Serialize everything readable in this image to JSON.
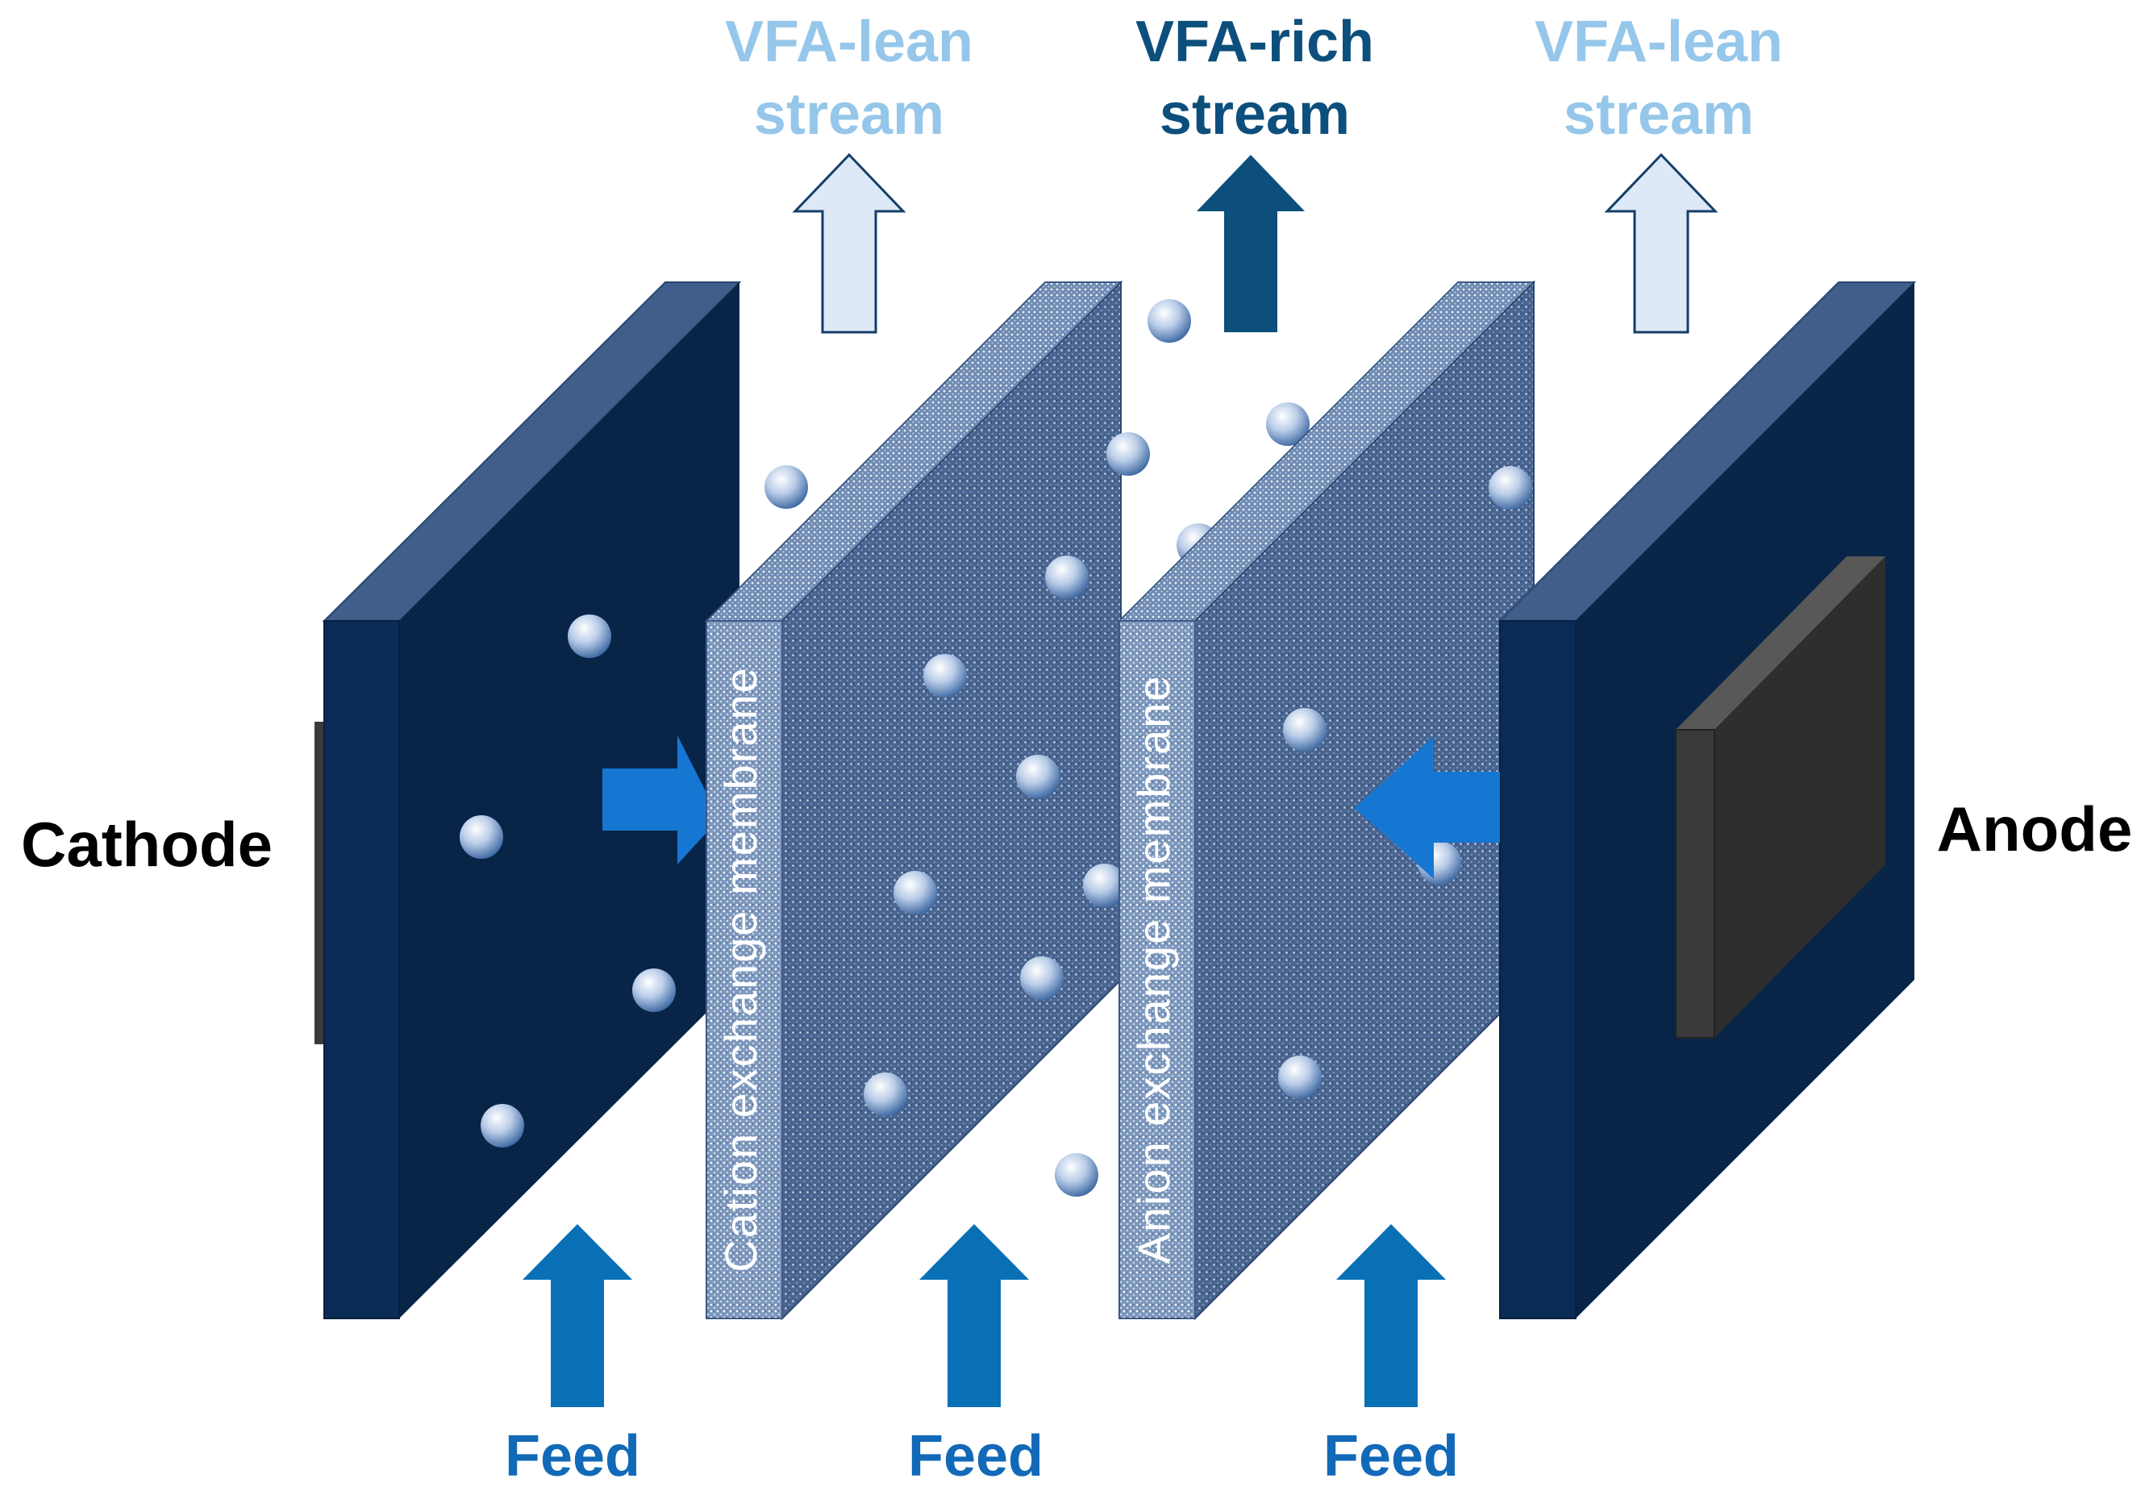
{
  "labels": {
    "cathode": "Cathode",
    "anode": "Anode",
    "cation_membrane": "Cation exchange membrane",
    "anion_membrane": "Anion exchange membrane",
    "outlets": [
      {
        "line1": "VFA-lean",
        "line2": "stream"
      },
      {
        "line1": "VFA-rich",
        "line2": "stream"
      },
      {
        "line1": "VFA-lean",
        "line2": "stream"
      }
    ],
    "feeds": [
      "Feed",
      "Feed",
      "Feed"
    ]
  },
  "colors": {
    "electrode_front": "#0a2b55",
    "electrode_side": "#082548",
    "electrode_top": "#3f5f8a",
    "membrane": "#4b6690",
    "membrane_top": "#8ea6c8",
    "feed_arrow": "#0a70b6",
    "flux_arrow": "#1677d2",
    "lean_arrow_fill": "#dde9f6",
    "lean_arrow_stroke": "#153e68",
    "rich_arrow": "#0c4f7c",
    "lean_text": "#96c7ea",
    "rich_text": "#0c4f7c",
    "feed_text": "#1169b8",
    "anode_plate": "#2e2e2e"
  }
}
